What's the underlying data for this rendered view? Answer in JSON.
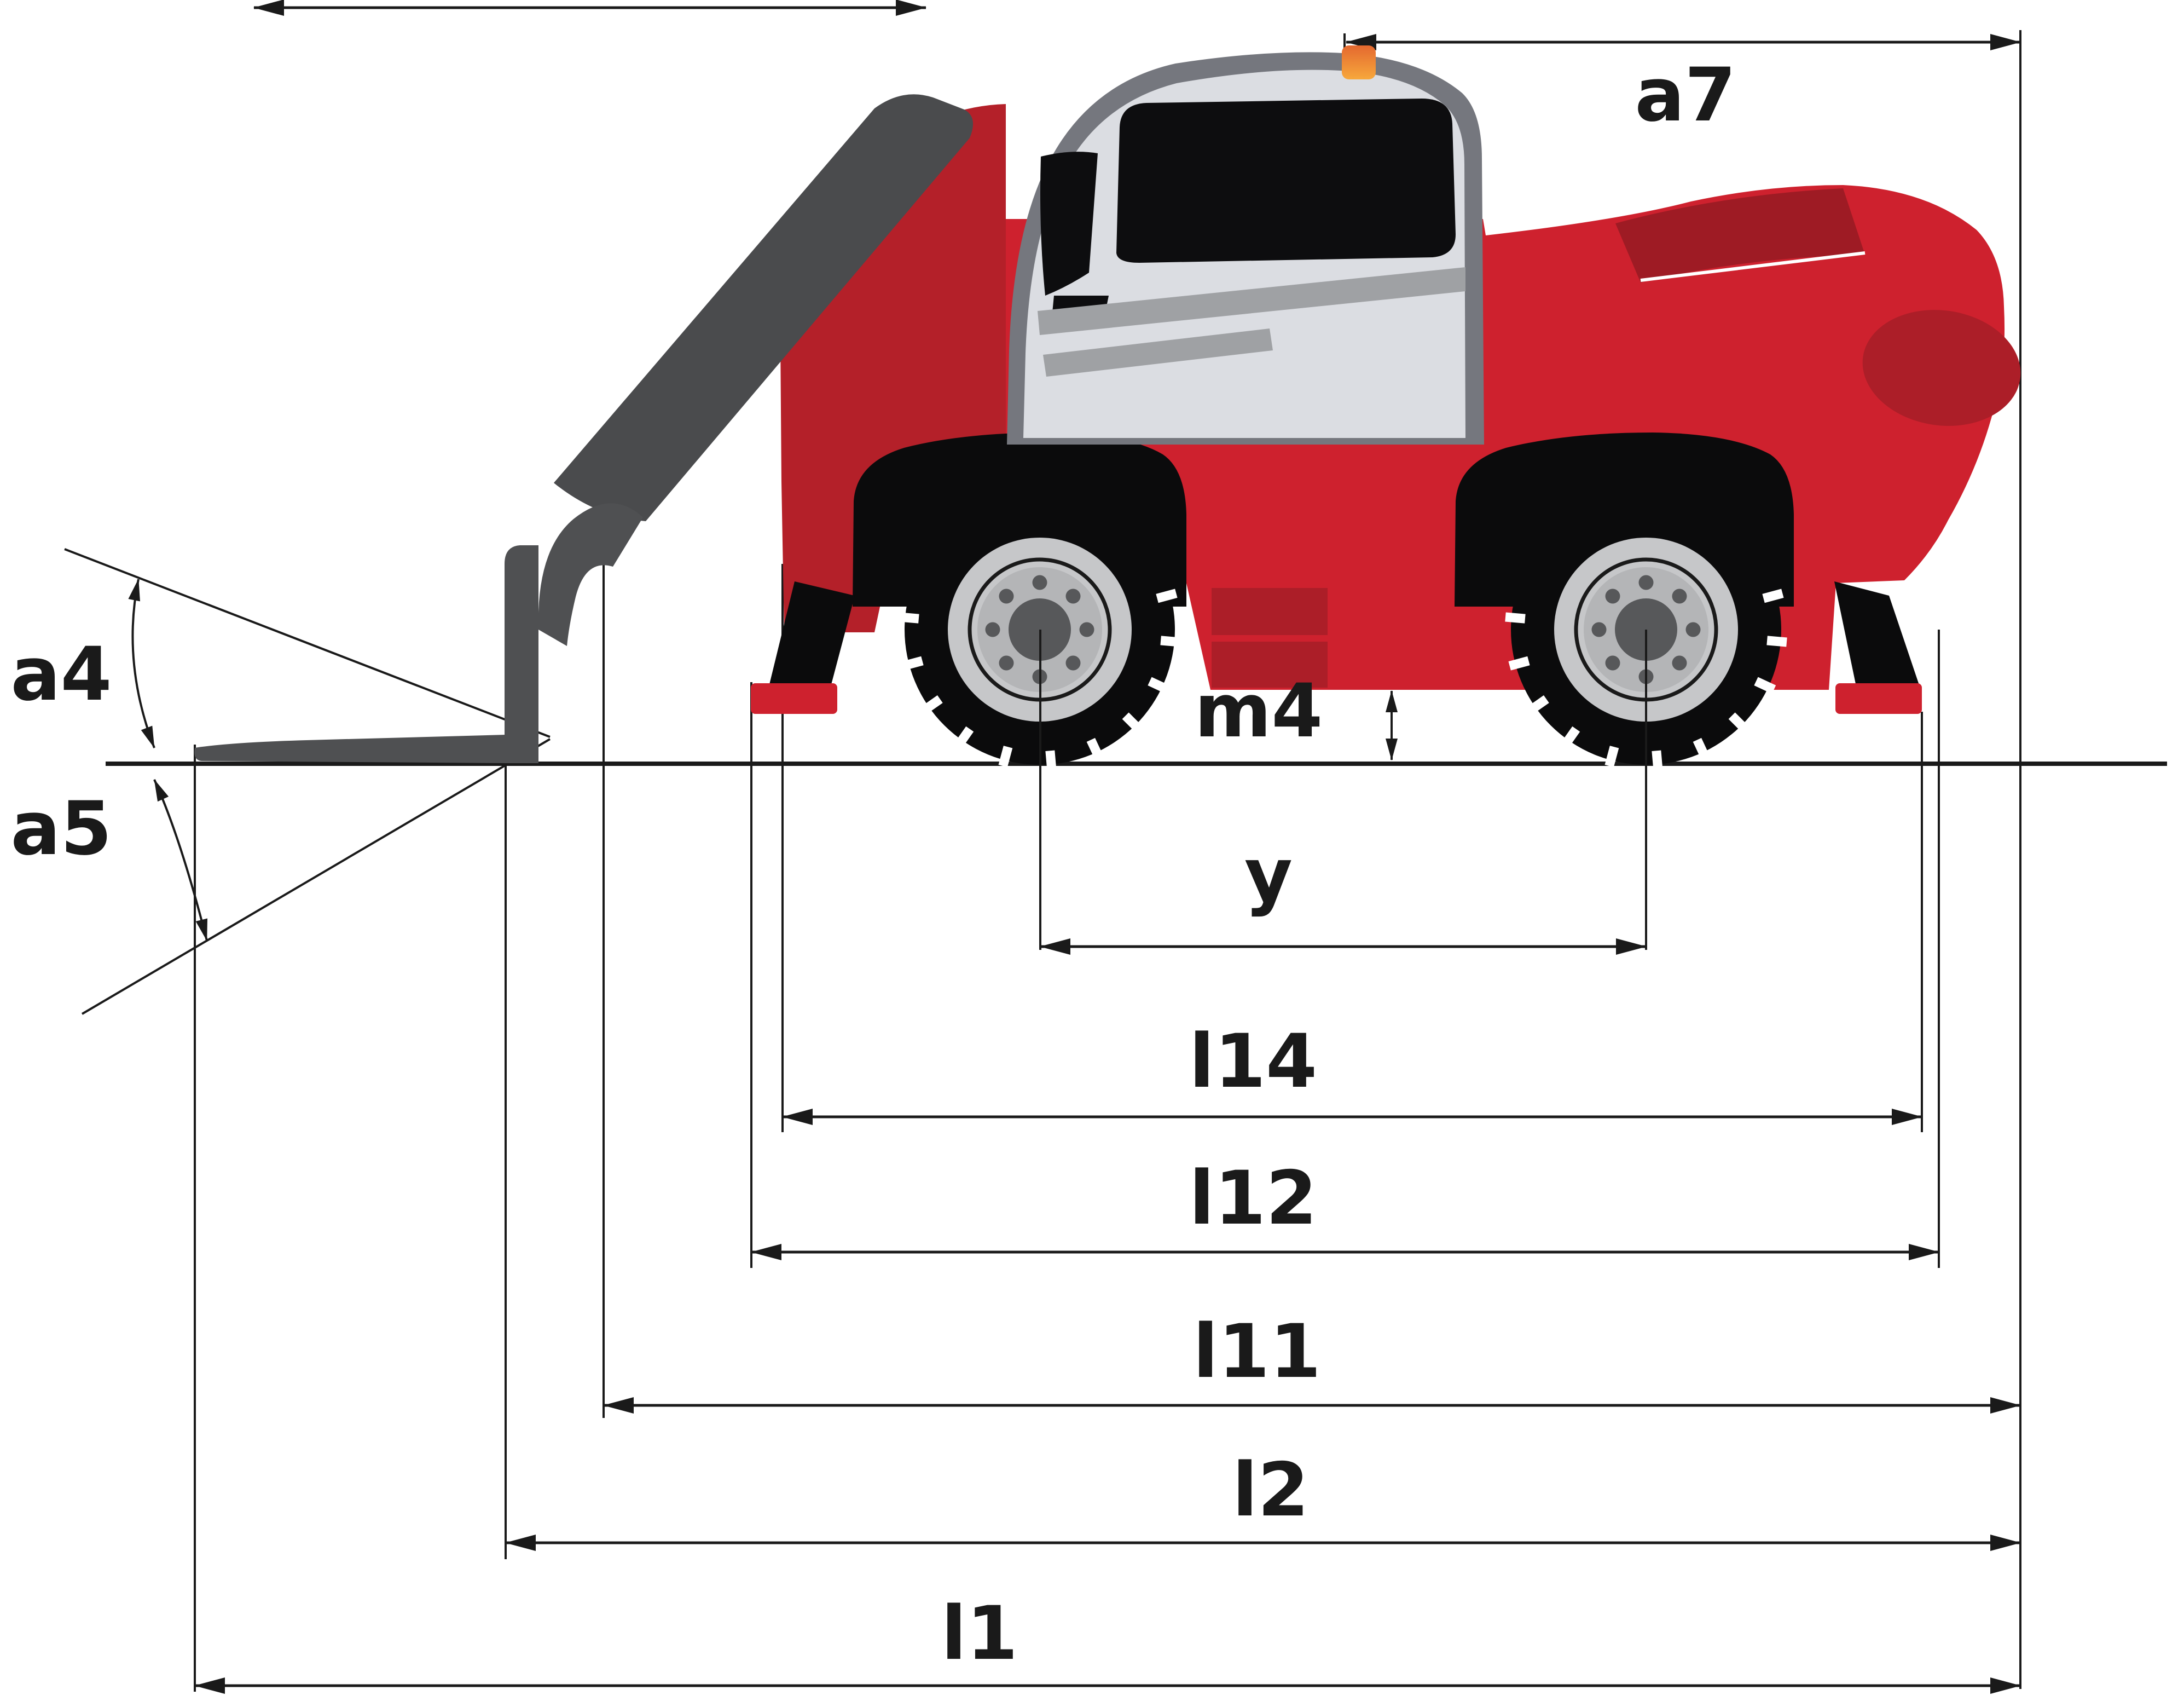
{
  "diagram": {
    "title": "telehandler-side-view-dimension-diagram",
    "labels": {
      "a4": "a4",
      "a5": "a5",
      "a7": "a7",
      "m4": "m4",
      "y": "y",
      "l14": "l14",
      "l12": "l12",
      "l11": "l11",
      "l2": "l2",
      "l1": "l1"
    },
    "colors": {
      "line": "#1a1a1a",
      "body_red": "#CE212E",
      "front_red": "#B42029",
      "dark_red": "#AC1E28",
      "recess_red": "#9E1B24",
      "highlight_white": "#FFFFFF",
      "structure_gray": "#4A4B4D",
      "fork_gray": "#4F5052",
      "cab_frame_gray": "#75777E",
      "cab_body_gray": "#DBDDE2",
      "window_black": "#0D0D0F",
      "stripe_gray": "#9FA1A4",
      "tire_black": "#0B0B0C",
      "rim_light": "#C6C7C9",
      "rim_mid": "#B4B5B7",
      "hub_gray": "#57585A",
      "beacon_orange_top": "#E4682F",
      "beacon_orange_bottom": "#F7A83C"
    }
  }
}
